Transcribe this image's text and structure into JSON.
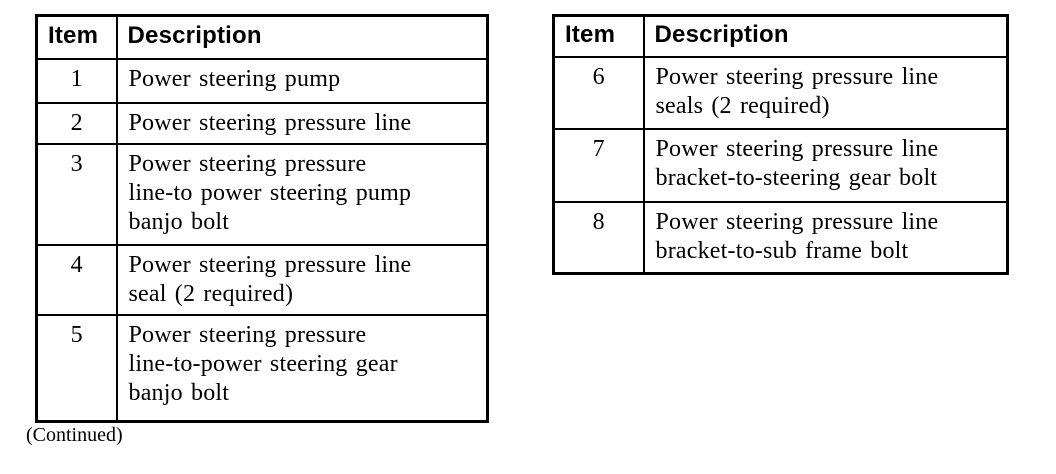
{
  "note": {
    "continued": "(Continued)"
  },
  "tables": [
    {
      "name": "items-1-5",
      "headers": {
        "item": "Item",
        "description": "Description"
      },
      "rows": [
        {
          "item": "1",
          "description": "Power steering pump"
        },
        {
          "item": "2",
          "description": "Power steering pressure line"
        },
        {
          "item": "3",
          "description": "Power steering pressure\nline-to power steering pump\nbanjo bolt"
        },
        {
          "item": "4",
          "description": "Power steering pressure line\nseal (2 required)"
        },
        {
          "item": "5",
          "description": "Power steering pressure\nline-to-power steering gear\nbanjo bolt"
        }
      ]
    },
    {
      "name": "items-6-8",
      "headers": {
        "item": "Item",
        "description": "Description"
      },
      "rows": [
        {
          "item": "6",
          "description": "Power steering pressure line\nseals (2 required)"
        },
        {
          "item": "7",
          "description": "Power steering pressure line\nbracket-to-steering gear bolt"
        },
        {
          "item": "8",
          "description": "Power steering pressure line\nbracket-to-sub frame bolt"
        }
      ]
    }
  ]
}
